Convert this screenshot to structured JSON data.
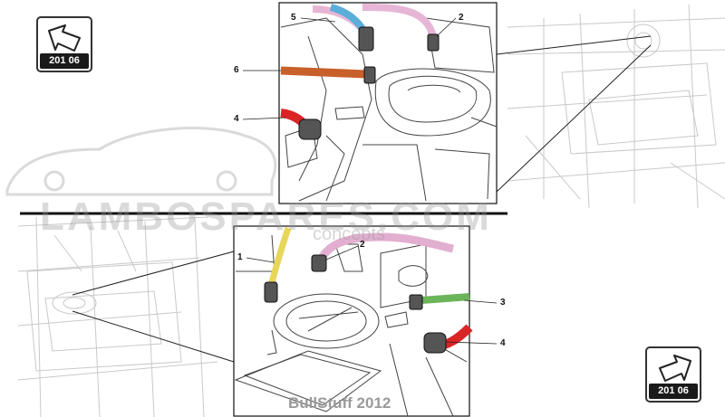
{
  "nav": {
    "prev": {
      "code": "201 06",
      "icon": "arrow-back-icon"
    },
    "next": {
      "code": "201 06",
      "icon": "arrow-forward-icon"
    }
  },
  "callouts": {
    "top": [
      "5",
      "2",
      "6",
      "4"
    ],
    "bottom": [
      "1",
      "2",
      "3",
      "4"
    ]
  },
  "hose_colors": {
    "top_blue": "#5aaed8",
    "top_pink": "#e7b6d6",
    "top_orange": "#c8602a",
    "top_red": "#d92525",
    "bottom_yellow": "#e8d65a",
    "bottom_pink": "#e2afd0",
    "bottom_green": "#6bb45a",
    "bottom_red": "#d92525"
  },
  "watermark": {
    "main": "LAMBOSPARES.COM",
    "sub": "concepts"
  },
  "credit": "BullStuff 2012"
}
